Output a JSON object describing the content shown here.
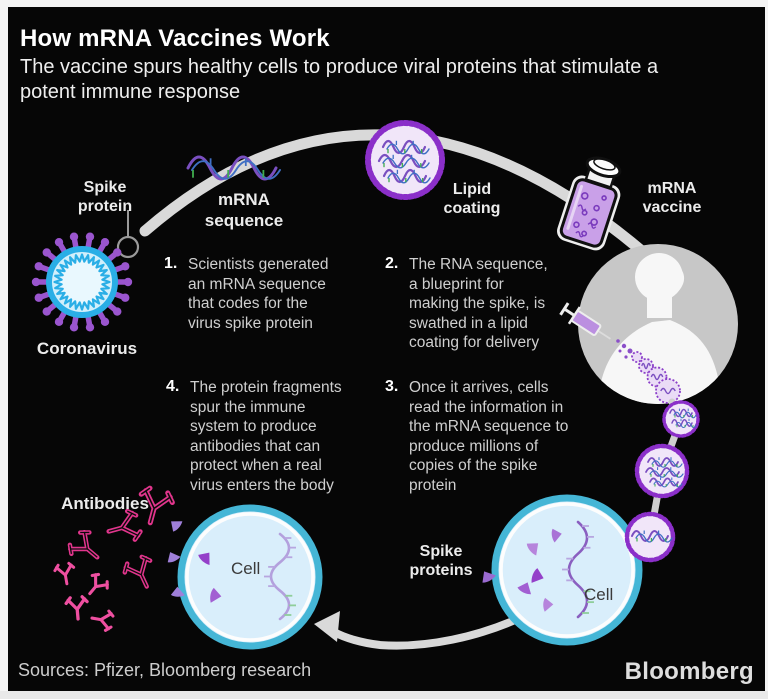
{
  "header": {
    "title": "How mRNA Vaccines Work",
    "subtitle": "The vaccine spurs healthy cells to produce viral proteins that stimulate a\npotent immune response"
  },
  "labels": {
    "spike_protein": "Spike\nprotein",
    "coronavirus": "Coronavirus",
    "mrna_sequence": "mRNA\nsequence",
    "lipid_coating": "Lipid\ncoating",
    "mrna_vaccine": "mRNA\nvaccine",
    "antibodies": "Antibodies",
    "spike_proteins": "Spike\nproteins",
    "cell_left": "Cell",
    "cell_right": "Cell"
  },
  "steps": [
    {
      "number": "1.",
      "text": "Scientists generated\nan mRNA sequence\nthat codes for the\nvirus spike protein"
    },
    {
      "number": "2.",
      "text": "The RNA sequence,\na blueprint for\nmaking the spike, is\nswathed in a lipid\ncoating for delivery"
    },
    {
      "number": "3.",
      "text": "Once it arrives, cells\nread the information in\nthe mRNA sequence to\nproduce millions of\ncopies of the spike\nprotein"
    },
    {
      "number": "4.",
      "text": "The protein fragments\nspur the immune\nsystem to produce\nantibodies that can\nprotect when a real\nvirus enters the body"
    }
  ],
  "footer": {
    "sources": "Sources: Pfizer, Bloomberg research",
    "brand": "Bloomberg"
  },
  "colors": {
    "background": "#060606",
    "spike_purple": "#9a55ce",
    "virus_blue": "#2aaee6",
    "virus_fill": "#d2effb",
    "lipid_border": "#8b2fc9",
    "lipid_fill": "#f1e6f9",
    "rna_purple": "#7a4fc0",
    "rna_blue": "#3f6fc4",
    "rna_green": "#3fae4e",
    "antibody_pink": "#e1358c",
    "fragment_purple": "#9440c9",
    "cell_fill": "#d9eefb",
    "cell_ring": "#45b6d6",
    "arc_gray": "#d9d9d9",
    "person_gray": "#c7c7c7",
    "silhouette": "#f7f7f7",
    "vial_fill": "#c9a0e8"
  }
}
